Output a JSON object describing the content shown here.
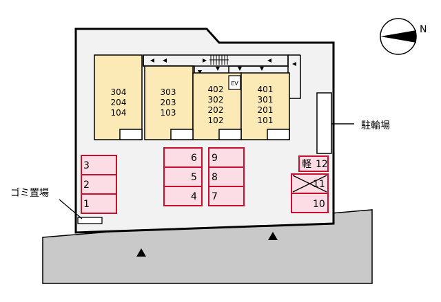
{
  "north_label": "N",
  "bicycle_parking_label": "駐輪場",
  "garbage_area_label": "ゴミ置場",
  "elevator_label": "EV",
  "buildings": [
    {
      "units": [
        "304",
        "204",
        "104"
      ]
    },
    {
      "units": [
        "303",
        "203",
        "103"
      ]
    },
    {
      "units": [
        "402",
        "302",
        "202",
        "102"
      ]
    },
    {
      "units": [
        "401",
        "301",
        "201",
        "101"
      ]
    }
  ],
  "parking": [
    {
      "id": "3"
    },
    {
      "id": "2"
    },
    {
      "id": "1"
    },
    {
      "id": "6"
    },
    {
      "id": "5"
    },
    {
      "id": "4"
    },
    {
      "id": "9"
    },
    {
      "id": "8"
    },
    {
      "id": "7"
    },
    {
      "id": "12",
      "badge": "軽"
    },
    {
      "id": "11",
      "unavailable": true
    },
    {
      "id": "10"
    }
  ],
  "colors": {
    "building_fill": "#fbeab6",
    "lot_fill": "#f2f2f2",
    "road_fill": "#c9c9c9",
    "parking_fill": "#fcdde6",
    "parking_stroke": "#c8102e"
  }
}
